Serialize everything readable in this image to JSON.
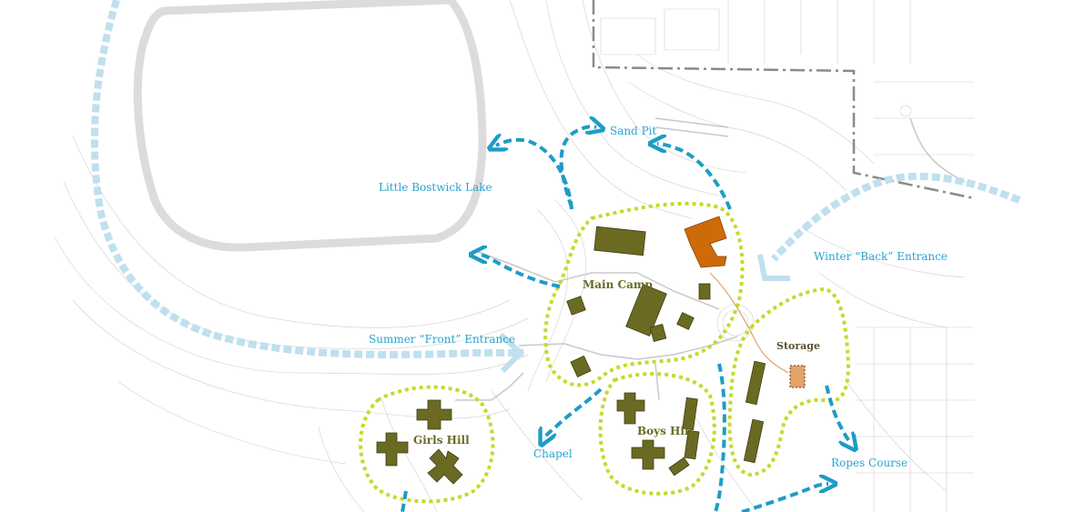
{
  "map": {
    "labels": {
      "lake": "Little Bostwick Lake",
      "sand_pit": "Sand Pit",
      "winter_entrance": "Winter “Back” Entrance",
      "main_camp": "Main Camp",
      "summer_entrance": "Summer “Front” Entrance",
      "storage": "Storage",
      "chapel": "Chapel",
      "boys_hill": "Boys Hill",
      "girls_hill": "Girls Hill",
      "ropes_course": "Ropes Course"
    },
    "colors": {
      "route_dashes": "#1e9cc7",
      "label_blue": "#2aa3cf",
      "zone_outline": "#c6d92a",
      "building": "#6a6a22",
      "highlight_building": "#cf6a0a",
      "storage_building": "#e3a36b",
      "entrance_road": "#bfe0ee",
      "lake_outline": "#dcdcdc",
      "property_line": "#8a8a8a"
    }
  }
}
